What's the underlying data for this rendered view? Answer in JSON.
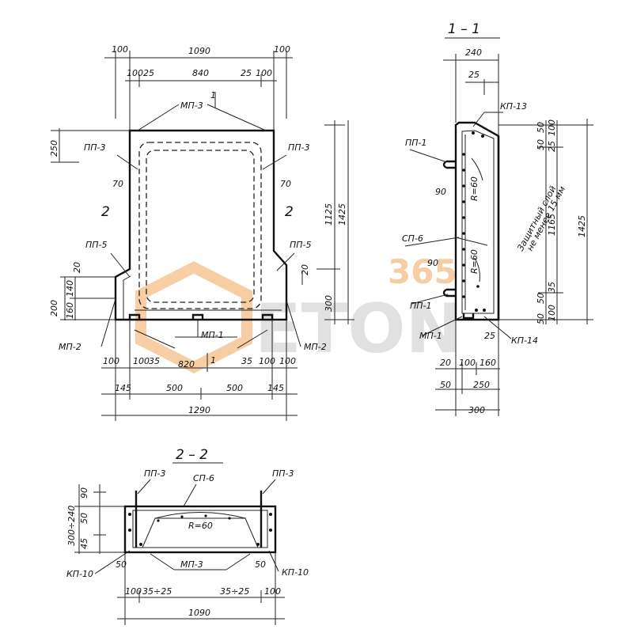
{
  "section_titles": {
    "s11": "1 – 1",
    "s22": "2 – 2"
  },
  "marks": {
    "mp3": "МП-3",
    "pp3_l": "ПП-3",
    "pp3_r": "ПП-3",
    "pp5_l": "ПП-5",
    "pp5_r": "ПП-5",
    "mp2_l": "МП-2",
    "mp2_r": "МП-2",
    "mp1": "МП-1",
    "cut1_top": "1",
    "cut1_bot": "1",
    "cut2_l": "2",
    "cut2_r": "2",
    "pp1_a": "ПП-1",
    "sp6": "СП-6",
    "pp1_b": "ПП-1",
    "mp1_s": "МП-1",
    "kp13": "КП-13",
    "kp14": "КП-14",
    "pp3_s22_l": "ПП-3",
    "sp6_s22": "СП-6",
    "pp3_s22_r": "ПП-3",
    "kp10_l": "КП-10",
    "mp3_s22": "МП-3",
    "kp10_r": "КП-10"
  },
  "notes": {
    "protective_1": "Защитный слой",
    "protective_2": "не менее 15 мм"
  },
  "dims_front": {
    "d100a": "100",
    "d1090": "1090",
    "d100b": "100",
    "d100c": "100",
    "d25a": "25",
    "d840": "840",
    "d25b": "25",
    "d100d": "100",
    "d250": "250",
    "d70a": "70",
    "d70b": "70",
    "d1125": "1125",
    "d1425": "1425",
    "d300": "300",
    "d20r": "20",
    "d20l": "20",
    "d140": "140",
    "d200": "200",
    "d160": "160",
    "b100a": "100",
    "b100b": "100",
    "b35a": "35",
    "b820": "820",
    "b35b": "35",
    "b100c": "100",
    "b100d": "100",
    "b145a": "145",
    "b500a": "500",
    "b500b": "500",
    "b145b": "145",
    "b1290": "1290"
  },
  "dims_s11": {
    "d240": "240",
    "d25": "25",
    "r50a": "50",
    "r50b": "50",
    "r100": "100",
    "r25": "25",
    "d1165": "1165",
    "d1425": "1425",
    "d90a": "90",
    "d90b": "90",
    "r60a": "R=60",
    "r60b": "R=60",
    "r35": "35",
    "r50c": "50",
    "r50d": "50",
    "r100b": "100",
    "d25b": "25",
    "b20": "20",
    "b100": "100",
    "b160": "160",
    "b50": "50",
    "b250": "250",
    "b300": "300"
  },
  "dims_s22": {
    "d90": "90",
    "d50": "50",
    "d45": "45",
    "d300_240": "300÷240",
    "r60": "R=60",
    "d50a": "50",
    "d50b": "50",
    "d100a": "100",
    "d35_25a": "35÷25",
    "d35_25b": "35÷25",
    "d100b": "100",
    "d1090": "1090"
  },
  "watermark": {
    "digits": "365",
    "word": "ETON",
    "color_orange": "#f2a65a",
    "color_grey": "#c9c9c9"
  }
}
